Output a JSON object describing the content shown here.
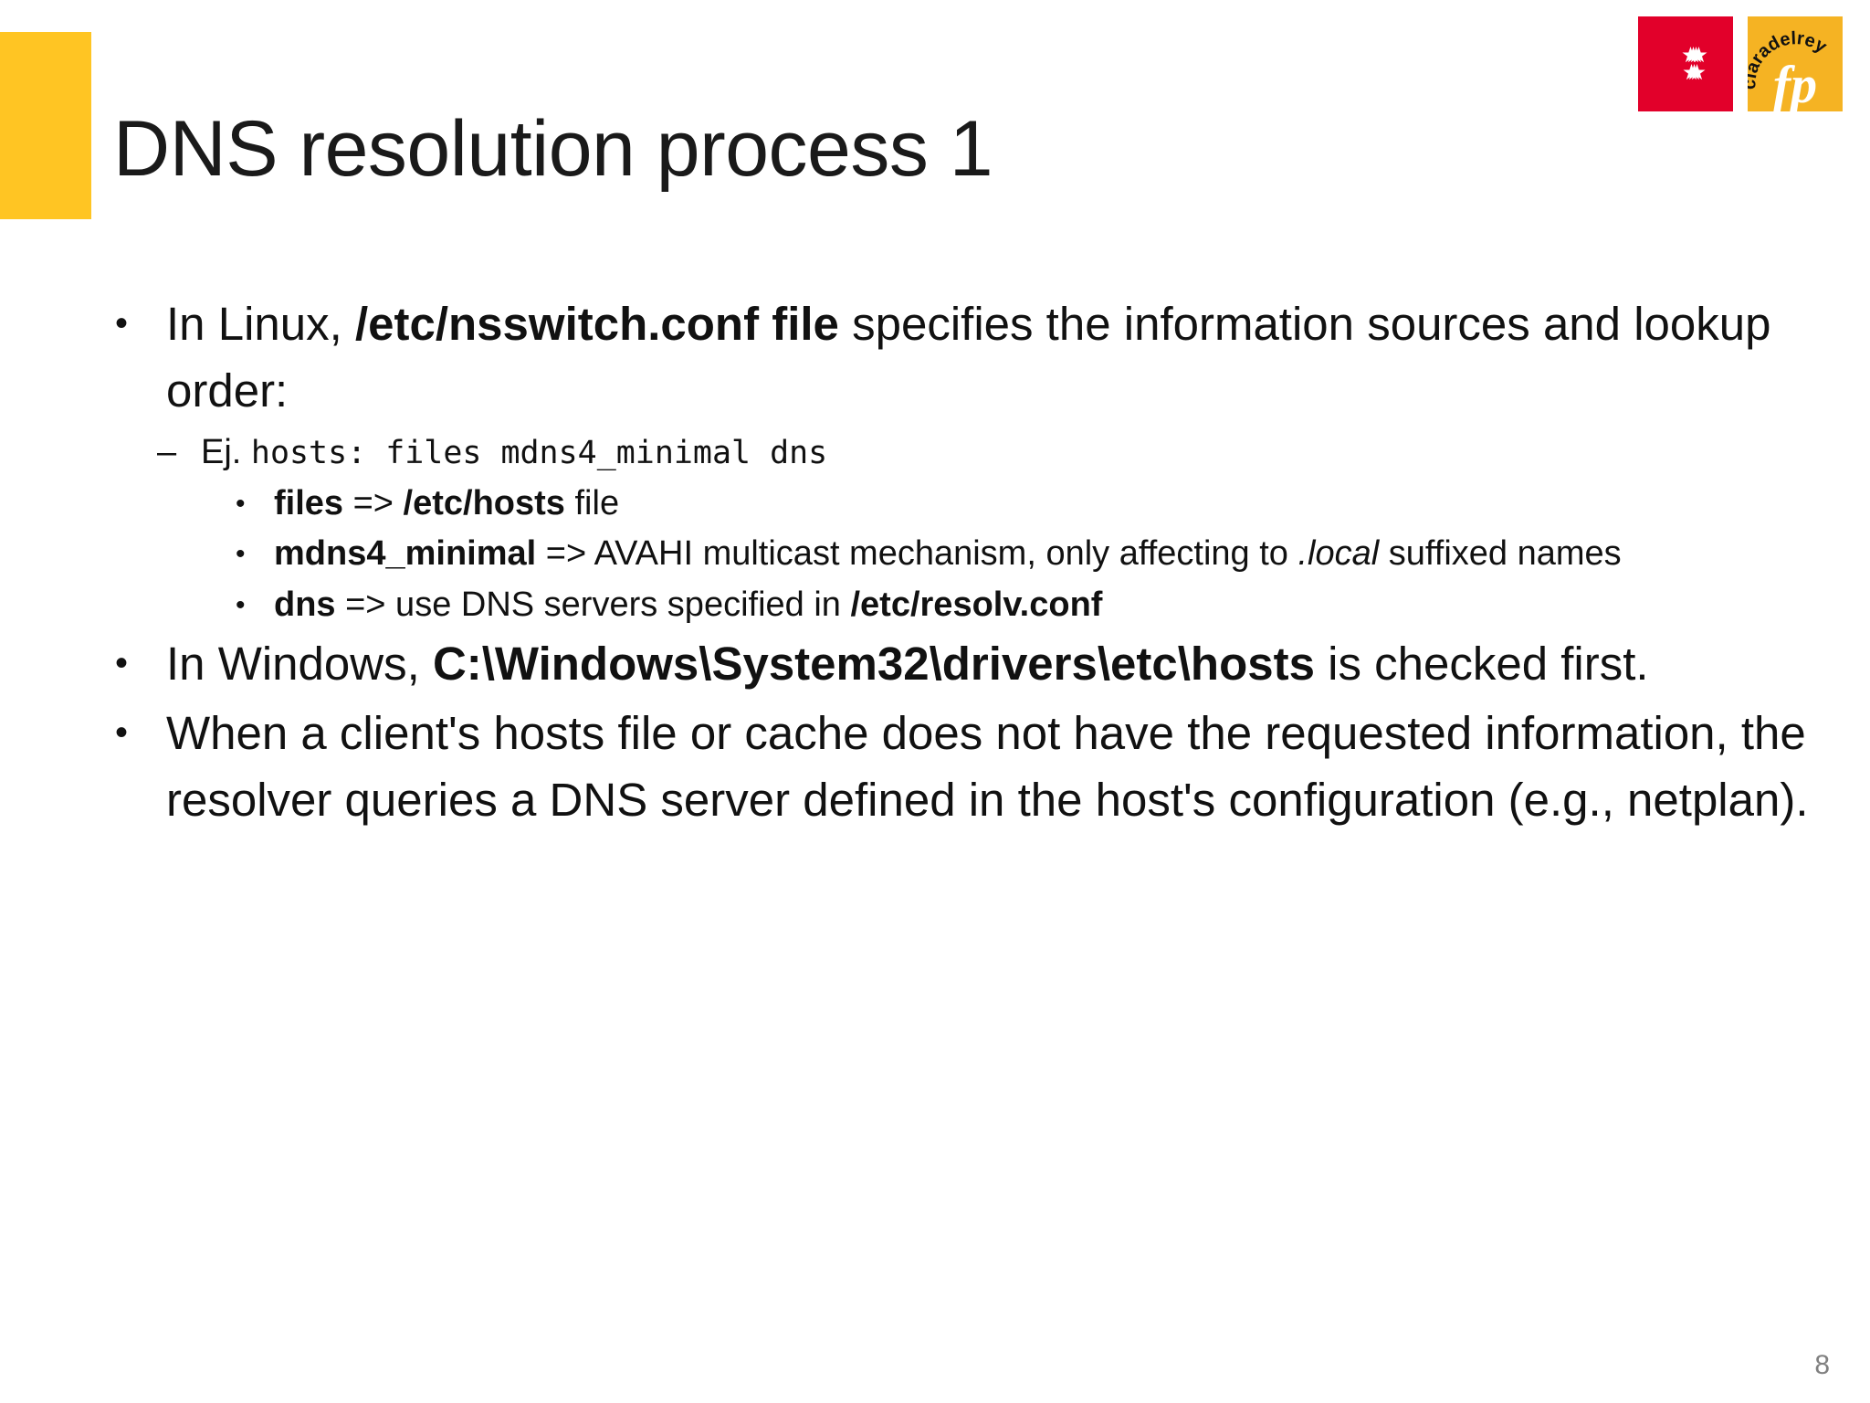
{
  "slide": {
    "title": "DNS resolution process 1",
    "page_number": "8",
    "accent_color": "#FFC523"
  },
  "logos": {
    "madrid": {
      "name": "comunidad-de-madrid-logo",
      "background": "#E2002A",
      "star_color": "#FFFFFF",
      "star_count": 7
    },
    "fp": {
      "name": "claradelrey-fp-logo",
      "background": "#F5B323",
      "arc_text": "claradelrey",
      "mark_text": "fp"
    }
  },
  "content": {
    "b1": {
      "bullet": "•",
      "p1": "In Linux, ",
      "p2": "/etc/nsswitch.conf file",
      "p3": " specifies the information sources and lookup order:"
    },
    "b1_sub": {
      "dash": "–",
      "p1": "Ej. ",
      "p2": "hosts: files mdns4_minimal dns"
    },
    "b1_sub_items": [
      {
        "bullet": "•",
        "p1": "files",
        "p2": " => ",
        "p3": "/etc/hosts",
        "p4": " file"
      },
      {
        "bullet": "•",
        "p1": "mdns4_minimal",
        "p2": " => AVAHI multicast mechanism, only affecting to ",
        "p3": ".local",
        "p4": " suffixed names"
      },
      {
        "bullet": "•",
        "p1": "dns",
        "p2": "  => use DNS servers specified in ",
        "p3": "/etc/resolv.conf",
        "p4": ""
      }
    ],
    "b2": {
      "bullet": "•",
      "p1": "In Windows, ",
      "p2": "C:\\Windows\\System32\\drivers\\etc\\hosts",
      "p3": " is checked first."
    },
    "b3": {
      "bullet": "•",
      "p1": "When a client's hosts file or cache does not have the requested information, the resolver queries a DNS server defined in the host's configuration (e.g., netplan)."
    }
  }
}
